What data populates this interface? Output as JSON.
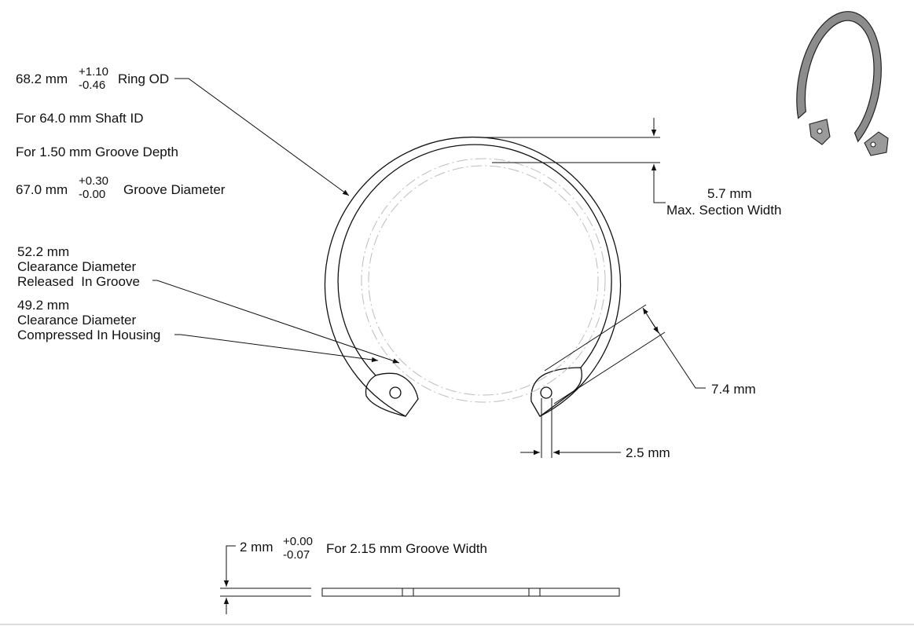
{
  "callouts": {
    "ring_od": {
      "value": "68.2 mm",
      "tol_plus": "+1.10",
      "tol_minus": "-0.46",
      "label": "Ring OD"
    },
    "shaft": "For 64.0 mm Shaft ID",
    "groove_depth": "For 1.50 mm Groove Depth",
    "groove_diameter": {
      "value": "67.0 mm",
      "tol_plus": "+0.30",
      "tol_minus": "-0.00",
      "label": "Groove Diameter"
    },
    "released": {
      "value": "52.2 mm",
      "line1": "Clearance Diameter",
      "line2": "Released  In Groove"
    },
    "compressed": {
      "value": "49.2 mm",
      "line1": "Clearance Diameter",
      "line2": "Compressed In Housing"
    },
    "section_width": {
      "value": "5.7 mm",
      "label": "Max. Section Width"
    },
    "lug_dim": "7.4 mm",
    "hole_dim": "2.5 mm",
    "thickness": {
      "value": "2 mm",
      "tol_plus": "+0.00",
      "tol_minus": "-0.07",
      "label": "For 2.15 mm Groove Width"
    }
  },
  "colors": {
    "line": "#111111",
    "hidden_line": "#bdbdbd",
    "iso_fill": "#8c8c8c"
  }
}
